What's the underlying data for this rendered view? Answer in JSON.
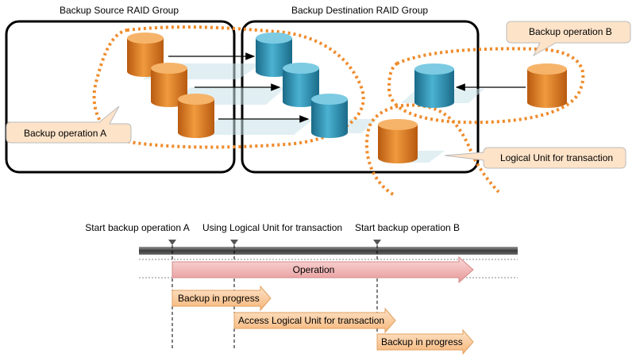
{
  "groups": {
    "source_label": "Backup Source RAID Group",
    "destination_label": "Backup Destination RAID Group"
  },
  "callouts": {
    "backup_a": "Backup operation A",
    "backup_b": "Backup operation B",
    "logical_unit": "Logical Unit for transaction"
  },
  "timeline": {
    "markers": {
      "start_a": "Start backup operation A",
      "using_lu": "Using Logical Unit for transaction",
      "start_b": "Start backup operation B"
    },
    "bars": {
      "operation": "Operation",
      "backup_progress_1": "Backup in progress",
      "access_lu": "Access Logical Unit for transaction",
      "backup_progress_2": "Backup in progress"
    }
  },
  "colors": {
    "orange_disk": "#e07a1e",
    "blue_disk": "#2b8fb0",
    "dotted_outline": "#f08a2a",
    "callout_fill": "#fde3c8",
    "operation_bar": "#f4b8b8",
    "progress_bar": "#fbcf9d"
  }
}
